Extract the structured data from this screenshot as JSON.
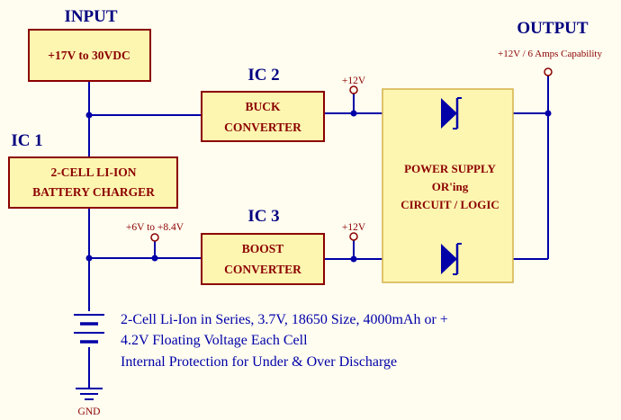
{
  "labels": {
    "input_title": "INPUT",
    "input_range": "+17V to 30VDC",
    "ic1_title": "IC 1",
    "ic1_line1": "2-CELL LI-ION",
    "ic1_line2": "BATTERY CHARGER",
    "ic2_title": "IC 2",
    "ic2_line1": "BUCK",
    "ic2_line2": "CONVERTER",
    "ic3_title": "IC 3",
    "ic3_line1": "BOOST",
    "ic3_line2": "CONVERTER",
    "v12_top": "+12V",
    "v12_bottom": "+12V",
    "batt_range": "+6V to +8.4V",
    "output_title": "OUTPUT",
    "output_spec": "+12V / 6 Amps Capability",
    "oring_line1": "POWER SUPPLY",
    "oring_line2": "OR'ing",
    "oring_line3": "CIRCUIT / LOGIC",
    "battery_note1": "2-Cell Li-Ion in Series, 3.7V, 18650 Size, 4000mAh or +",
    "battery_note2": "4.2V Floating Voltage Each Cell",
    "battery_note3": "Internal Protection for Under & Over Discharge",
    "gnd": "GND"
  },
  "colors": {
    "background": "#fffdf0",
    "box_fill": "#fdf6b0",
    "box_stroke": "#8b0000",
    "wire": "#0000a8",
    "heading": "#000080",
    "label": "#8b0000",
    "text": "#000000",
    "note": "#0000a8"
  }
}
